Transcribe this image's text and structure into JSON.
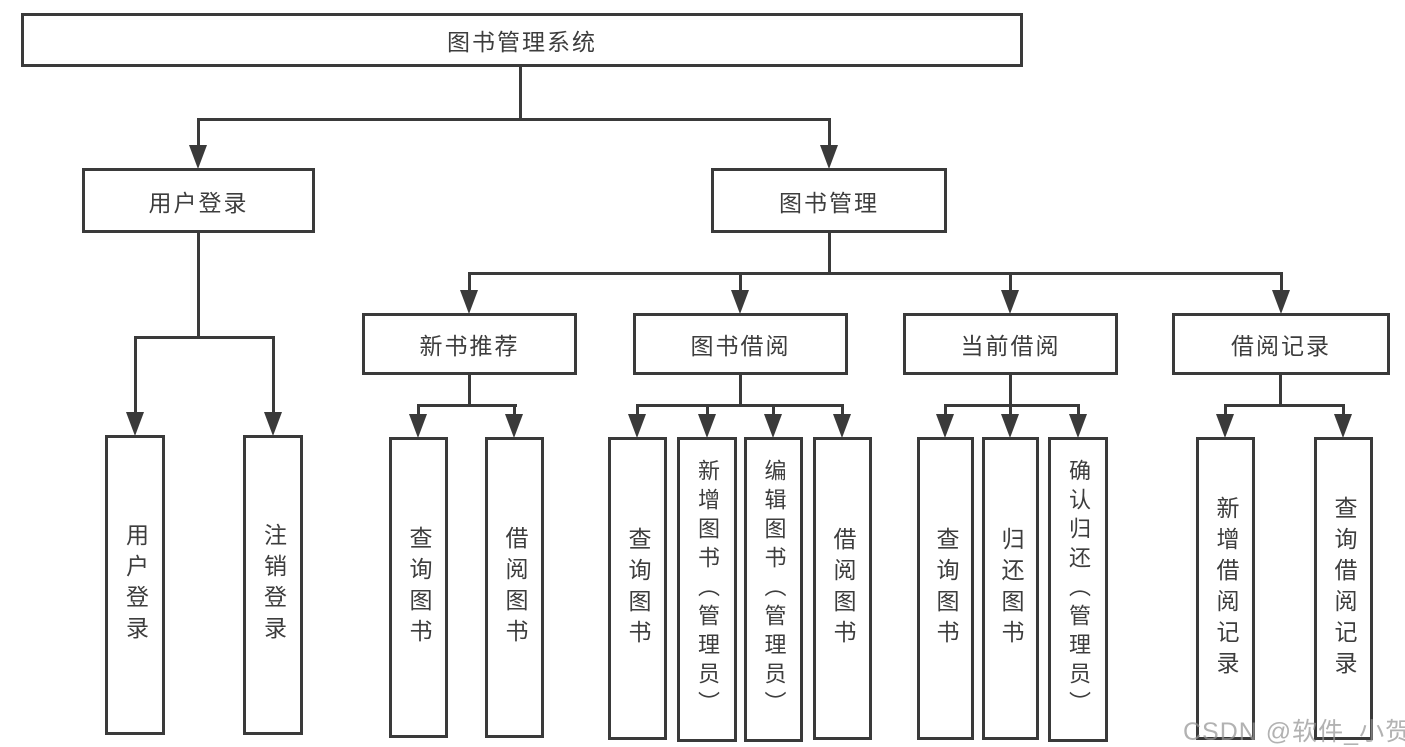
{
  "diagram": {
    "title": "图书管理系统",
    "branches": [
      {
        "label": "用户登录",
        "leaves": [
          "用户登录",
          "注销登录"
        ]
      },
      {
        "label": "图书管理",
        "groups": [
          {
            "label": "新书推荐",
            "leaves": [
              "查询图书",
              "借阅图书"
            ]
          },
          {
            "label": "图书借阅",
            "leaves": [
              "查询图书",
              "新增图书（管理员）",
              "编辑图书（管理员）",
              "借阅图书"
            ]
          },
          {
            "label": "当前借阅",
            "leaves": [
              "查询图书",
              "归还图书",
              "确认归还（管理员）"
            ]
          },
          {
            "label": "借阅记录",
            "leaves": [
              "新增借阅记录",
              "查询借阅记录"
            ]
          }
        ]
      }
    ]
  },
  "watermark": {
    "text": "CSDN @软件_小贺同学"
  },
  "palette": {
    "line": "#3a3a3a",
    "text": "#3d3d3d",
    "watermark": "#949494",
    "background": "#ffffff"
  }
}
